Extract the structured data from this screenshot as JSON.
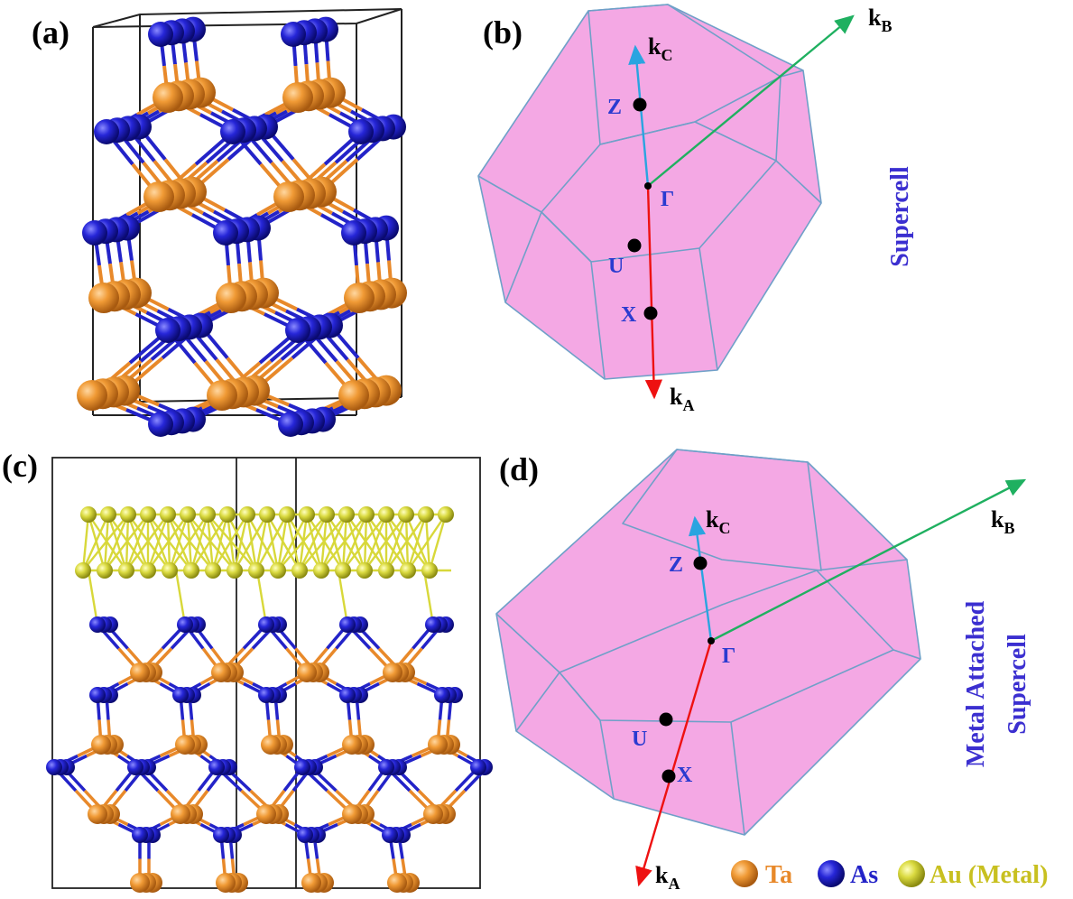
{
  "panels": {
    "a": {
      "label": "(a)"
    },
    "b": {
      "label": "(b)",
      "caption": "Supercell",
      "axes": {
        "kA": "k",
        "kA_sub": "A",
        "kB": "k",
        "kB_sub": "B",
        "kC": "k",
        "kC_sub": "C"
      },
      "points": {
        "Z": "Z",
        "Gamma": "Γ",
        "U": "U",
        "X": "X"
      }
    },
    "c": {
      "label": "(c)"
    },
    "d": {
      "label": "(d)",
      "caption_line1": "Metal Attached",
      "caption_line2": "Supercell",
      "axes": {
        "kA": "k",
        "kA_sub": "A",
        "kB": "k",
        "kB_sub": "B",
        "kC": "k",
        "kC_sub": "C"
      },
      "points": {
        "Z": "Z",
        "Gamma": "Γ",
        "U": "U",
        "X": "X"
      }
    }
  },
  "legend": {
    "ta": "Ta",
    "as": "As",
    "au": "Au (Metal)"
  },
  "colors": {
    "ta": "#e8892a",
    "as": "#2323c8",
    "au": "#d8d83a",
    "bz_fill": "#f4a8e4",
    "bz_edge": "#6fa0c8",
    "kA_arrow": "#ee1111",
    "kB_arrow": "#1fb060",
    "kC_arrow": "#2aa4e0",
    "kpoint_label": "#2a3bd0",
    "caption": "#3b2fd0"
  }
}
